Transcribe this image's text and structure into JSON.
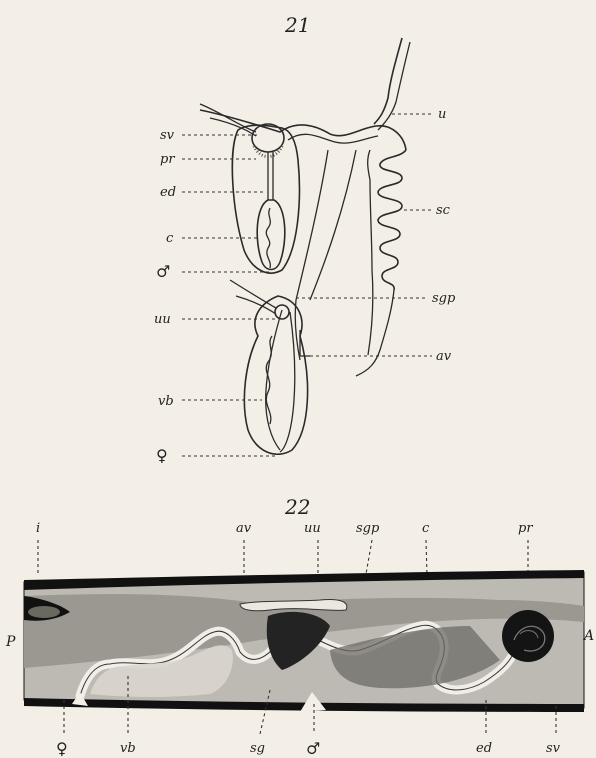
{
  "fig21": {
    "number": "21",
    "labels": {
      "sv": "sv",
      "pr": "pr",
      "ed": "ed",
      "c": "c",
      "male": "♂",
      "uu": "uu",
      "vb": "vb",
      "female": "♀",
      "u": "u",
      "sc": "sc",
      "sgp": "sgp",
      "av": "av"
    }
  },
  "fig22": {
    "number": "22",
    "labels": {
      "i": "i",
      "av": "av",
      "uu": "uu",
      "sgp": "sgp",
      "c": "c",
      "pr": "pr",
      "P": "P",
      "A": "A",
      "female": "♀",
      "vb": "vb",
      "sg": "sg",
      "male": "♂",
      "ed": "ed",
      "sv": "sv"
    }
  },
  "colors": {
    "paper": "#f3efe6",
    "ink": "#2a2a2a",
    "tissue": "#8a8a8a",
    "dark_tissue": "#1c1c1c",
    "lumen": "#e6e2da"
  }
}
